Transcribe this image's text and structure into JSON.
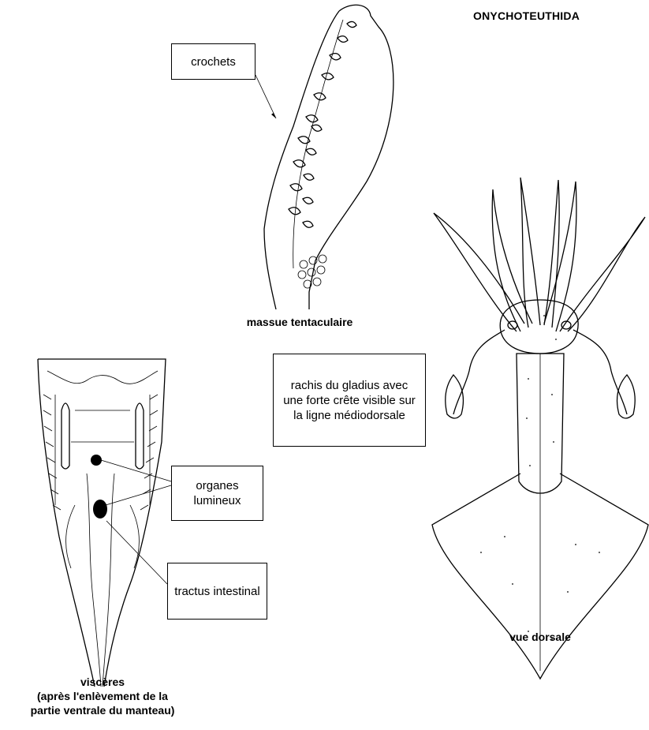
{
  "header": {
    "family": "ONYCHOTEUTHIDA"
  },
  "labels": {
    "crochets": "crochets",
    "rachis": "rachis du gladius avec une forte crête visible sur la ligne médiodorsale",
    "organes": "organes lumineux",
    "tractus": "tractus intestinal"
  },
  "captions": {
    "massue": "massue tentaculaire",
    "visceres_line1": "viscères",
    "visceres_line2": "(après l'enlèvement de la",
    "visceres_line3": "partie ventrale du manteau)",
    "dorsale": "vue dorsale"
  },
  "colors": {
    "ink": "#000000",
    "paper": "#ffffff"
  }
}
